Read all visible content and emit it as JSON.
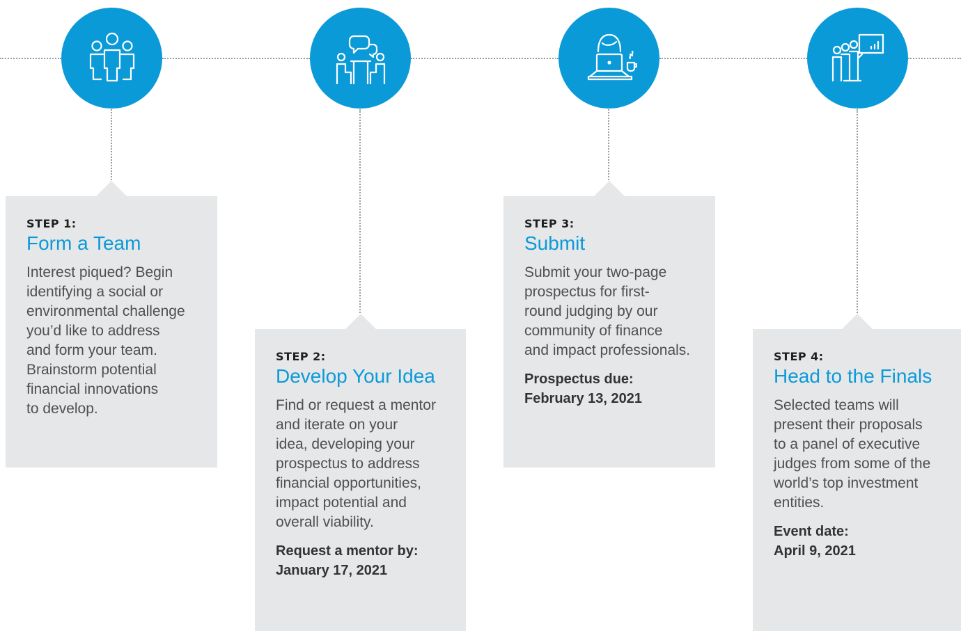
{
  "steps": [
    {
      "label": "STEP 1:",
      "title": "Form a Team",
      "description_lines": [
        "Interest piqued? Begin",
        "identifying a social or",
        "environmental challenge",
        "you’d like to address",
        "and form your team.",
        "Brainstorm potential",
        "financial innovations",
        "to develop."
      ],
      "deadline_label": "",
      "deadline_date": "",
      "icon": "team-people-icon"
    },
    {
      "label": "STEP 2:",
      "title": "Develop Your Idea",
      "description_lines": [
        "Find or request a mentor",
        "and iterate on your",
        "idea, developing your",
        "prospectus to address",
        "financial opportunities,",
        "impact potential and",
        "overall viability."
      ],
      "deadline_label": "Request a mentor by:",
      "deadline_date": "January 17, 2021",
      "icon": "meeting-discussion-icon"
    },
    {
      "label": "STEP 3:",
      "title": "Submit",
      "description_lines": [
        "Submit your two-page",
        "prospectus for first-",
        "round judging by our",
        "community of finance",
        "and impact professionals."
      ],
      "deadline_label": "Prospectus due:",
      "deadline_date": "February 13, 2021",
      "icon": "laptop-person-icon"
    },
    {
      "label": "STEP 4:",
      "title": "Head to the Finals",
      "description_lines": [
        "Selected teams will",
        "present their proposals",
        "to a panel of executive",
        "judges from some of the",
        "world’s top investment",
        "entities."
      ],
      "deadline_label": "Event date:",
      "deadline_date": "April 9, 2021",
      "icon": "presentation-icon"
    }
  ],
  "colors": {
    "accent": "#0b9ad8",
    "card": "#e6e7e8",
    "dots": "#9b9b9b"
  }
}
